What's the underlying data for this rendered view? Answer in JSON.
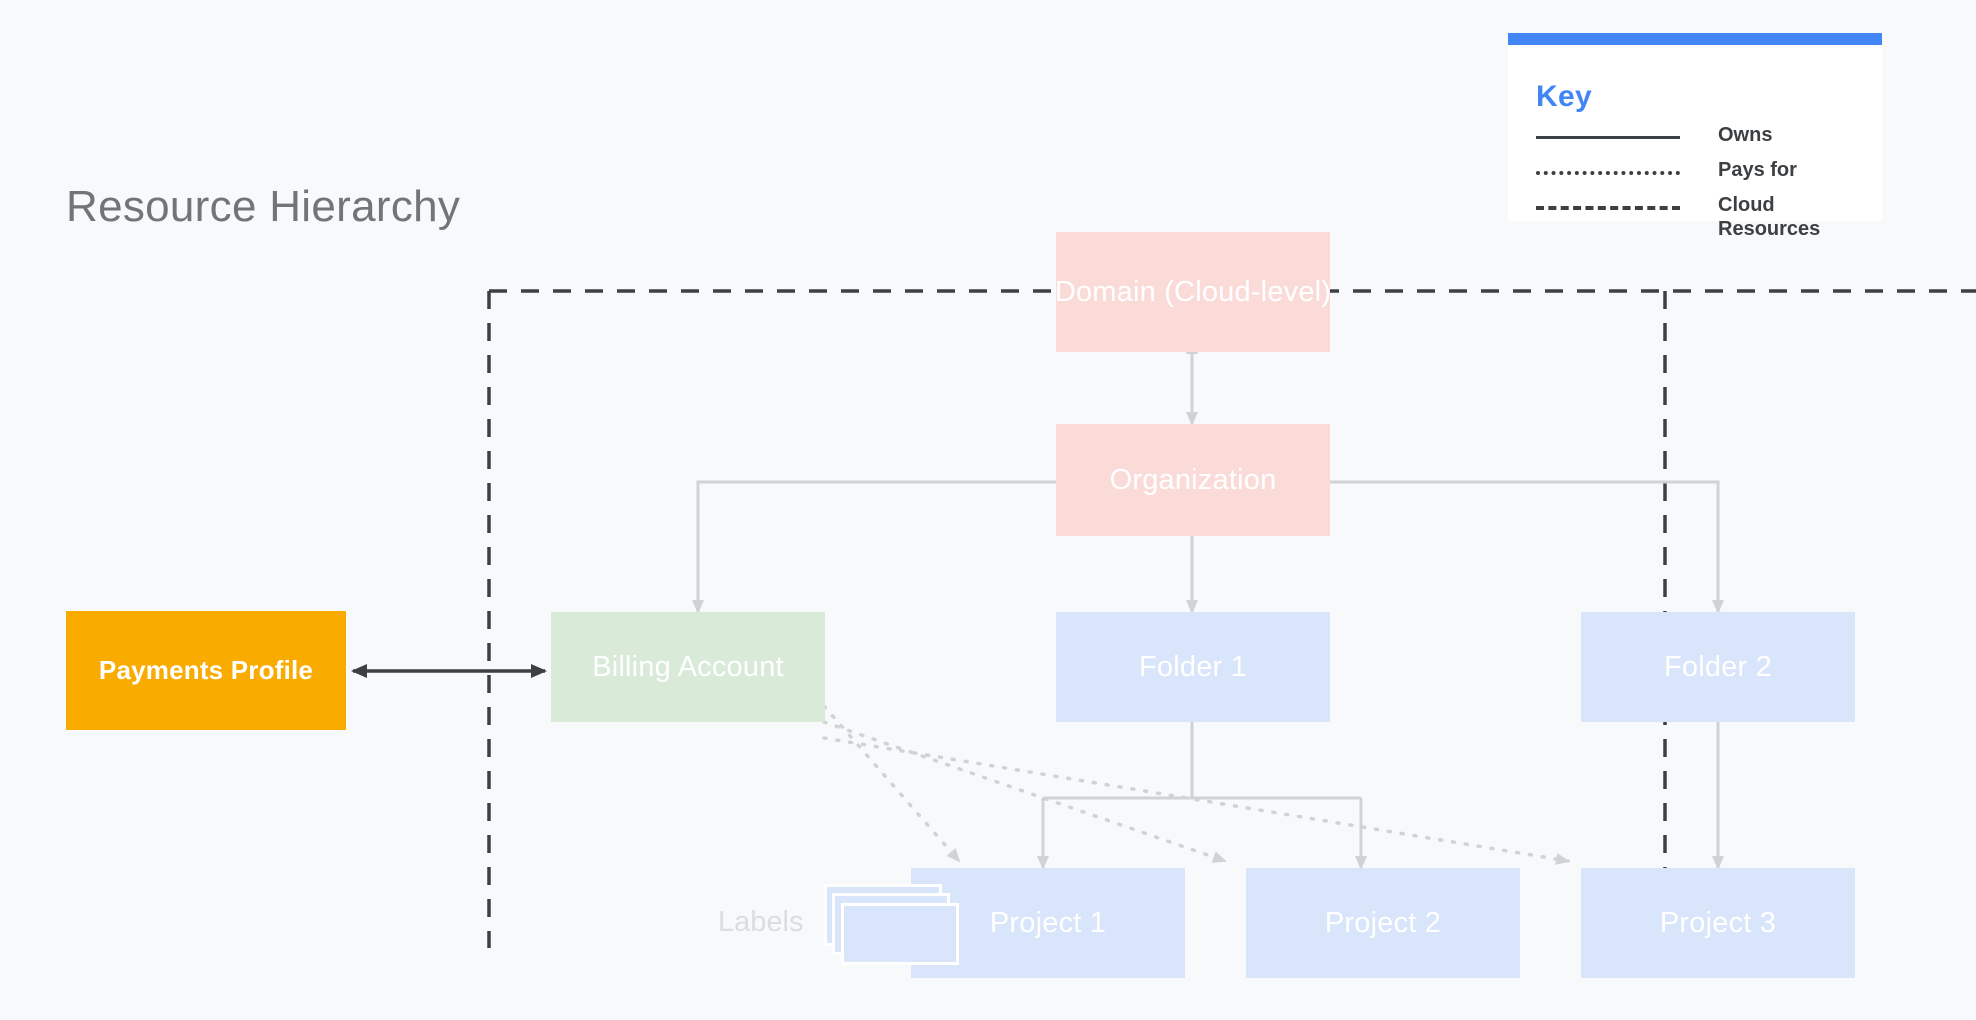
{
  "title": "Resource Hierarchy",
  "legend": {
    "heading": "Key",
    "items": [
      {
        "style": "solid",
        "label": "Owns"
      },
      {
        "style": "dotted",
        "label": "Pays for"
      },
      {
        "style": "dashed",
        "label": "Cloud Resources"
      }
    ],
    "accent_color": "#4285F4",
    "bar_color": "#4285F4"
  },
  "nodes": {
    "payments_profile": "Payments Profile",
    "domain": "Domain (Cloud-level)",
    "organization": "Organization",
    "billing_account": "Billing Account",
    "folder_1": "Folder 1",
    "folder_2": "Folder 2",
    "project_1": "Project 1",
    "project_2": "Project 2",
    "project_3": "Project 3",
    "labels": "Labels"
  },
  "colors": {
    "background": "#F7F9FA",
    "pink": "#FADBD8",
    "green": "#D9EAD9",
    "blue": "#D8E5FA",
    "amber": "#F9AB00",
    "connector": "#D0D3D6",
    "boundary": "#3C4043",
    "title_text": "#70757A",
    "node_text": "#FFFFFF"
  },
  "boundary": {
    "name": "Cloud Resources boundary",
    "style": "dashed"
  },
  "relations": [
    {
      "from": "Payments Profile",
      "to": "Billing Account",
      "type": "owns",
      "bidirectional": true
    },
    {
      "from": "Domain (Cloud-level)",
      "to": "Organization",
      "type": "owns",
      "bidirectional": true
    },
    {
      "from": "Organization",
      "to": "Billing Account",
      "type": "owns"
    },
    {
      "from": "Organization",
      "to": "Folder 1",
      "type": "owns"
    },
    {
      "from": "Organization",
      "to": "Folder 2",
      "type": "owns"
    },
    {
      "from": "Folder 1",
      "to": "Project 1",
      "type": "owns"
    },
    {
      "from": "Folder 1",
      "to": "Project 2",
      "type": "owns"
    },
    {
      "from": "Folder 2",
      "to": "Project 3",
      "type": "owns"
    },
    {
      "from": "Billing Account",
      "to": "Project 1",
      "type": "pays for"
    },
    {
      "from": "Billing Account",
      "to": "Project 2",
      "type": "pays for"
    },
    {
      "from": "Billing Account",
      "to": "Project 3",
      "type": "pays for"
    }
  ]
}
